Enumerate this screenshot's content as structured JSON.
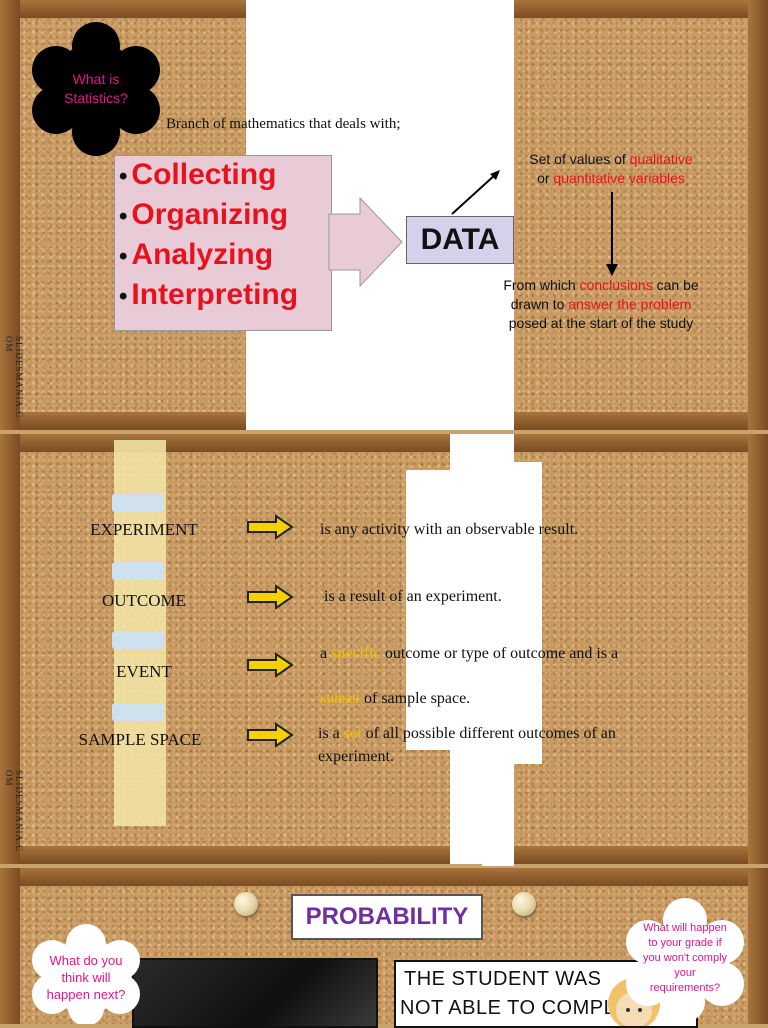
{
  "slide1": {
    "bubble": "What is Statistics?",
    "intro": "Branch of mathematics that deals with;",
    "bullets": [
      "Collecting",
      "Organizing",
      "Analyzing",
      "Interpreting"
    ],
    "data_label": "DATA",
    "top_note": {
      "p1": "Set of values of ",
      "p2": "qualitative",
      "p3": "or ",
      "p4": "quantitative variables"
    },
    "bottom_note": {
      "p1": "From which ",
      "p2": "conclusions",
      "p3": " can be",
      "p4": "drawn to ",
      "p5": "answer the problem",
      "p6": "posed at the start of the study"
    },
    "watermark": "SLIDESMANIA.C OM"
  },
  "slide2": {
    "rows": [
      {
        "term": "EXPERIMENT",
        "def": "is any activity with an observable result."
      },
      {
        "term": "OUTCOME",
        "def": "is a result of an experiment."
      },
      {
        "term": "EVENT",
        "def1": "a ",
        "hl1": "specific",
        "def2": " outcome or type of outcome and is a",
        "hl2": "subset",
        "def3": " of sample space."
      },
      {
        "term": "SAMPLE SPACE",
        "def1": "is a ",
        "hl1": "set",
        "def2": " of all possible different outcomes of an",
        "def3": "experiment."
      }
    ],
    "watermark": "SLIDESMANIA.C OM"
  },
  "slide3": {
    "title": "PROBABILITY",
    "left_bubble": "What do you think will happen next?",
    "right_bubble": "What will happen to your grade if you won't comply your requirements?",
    "comic_line1": "THE STUDENT WAS",
    "comic_line2": "NOT ABLE TO COMPLY"
  },
  "colors": {
    "accent_red": "#e8121e",
    "highlight_yellow": "#f2c400",
    "purple": "#6f2fa0",
    "pink_text": "#e0168c"
  }
}
